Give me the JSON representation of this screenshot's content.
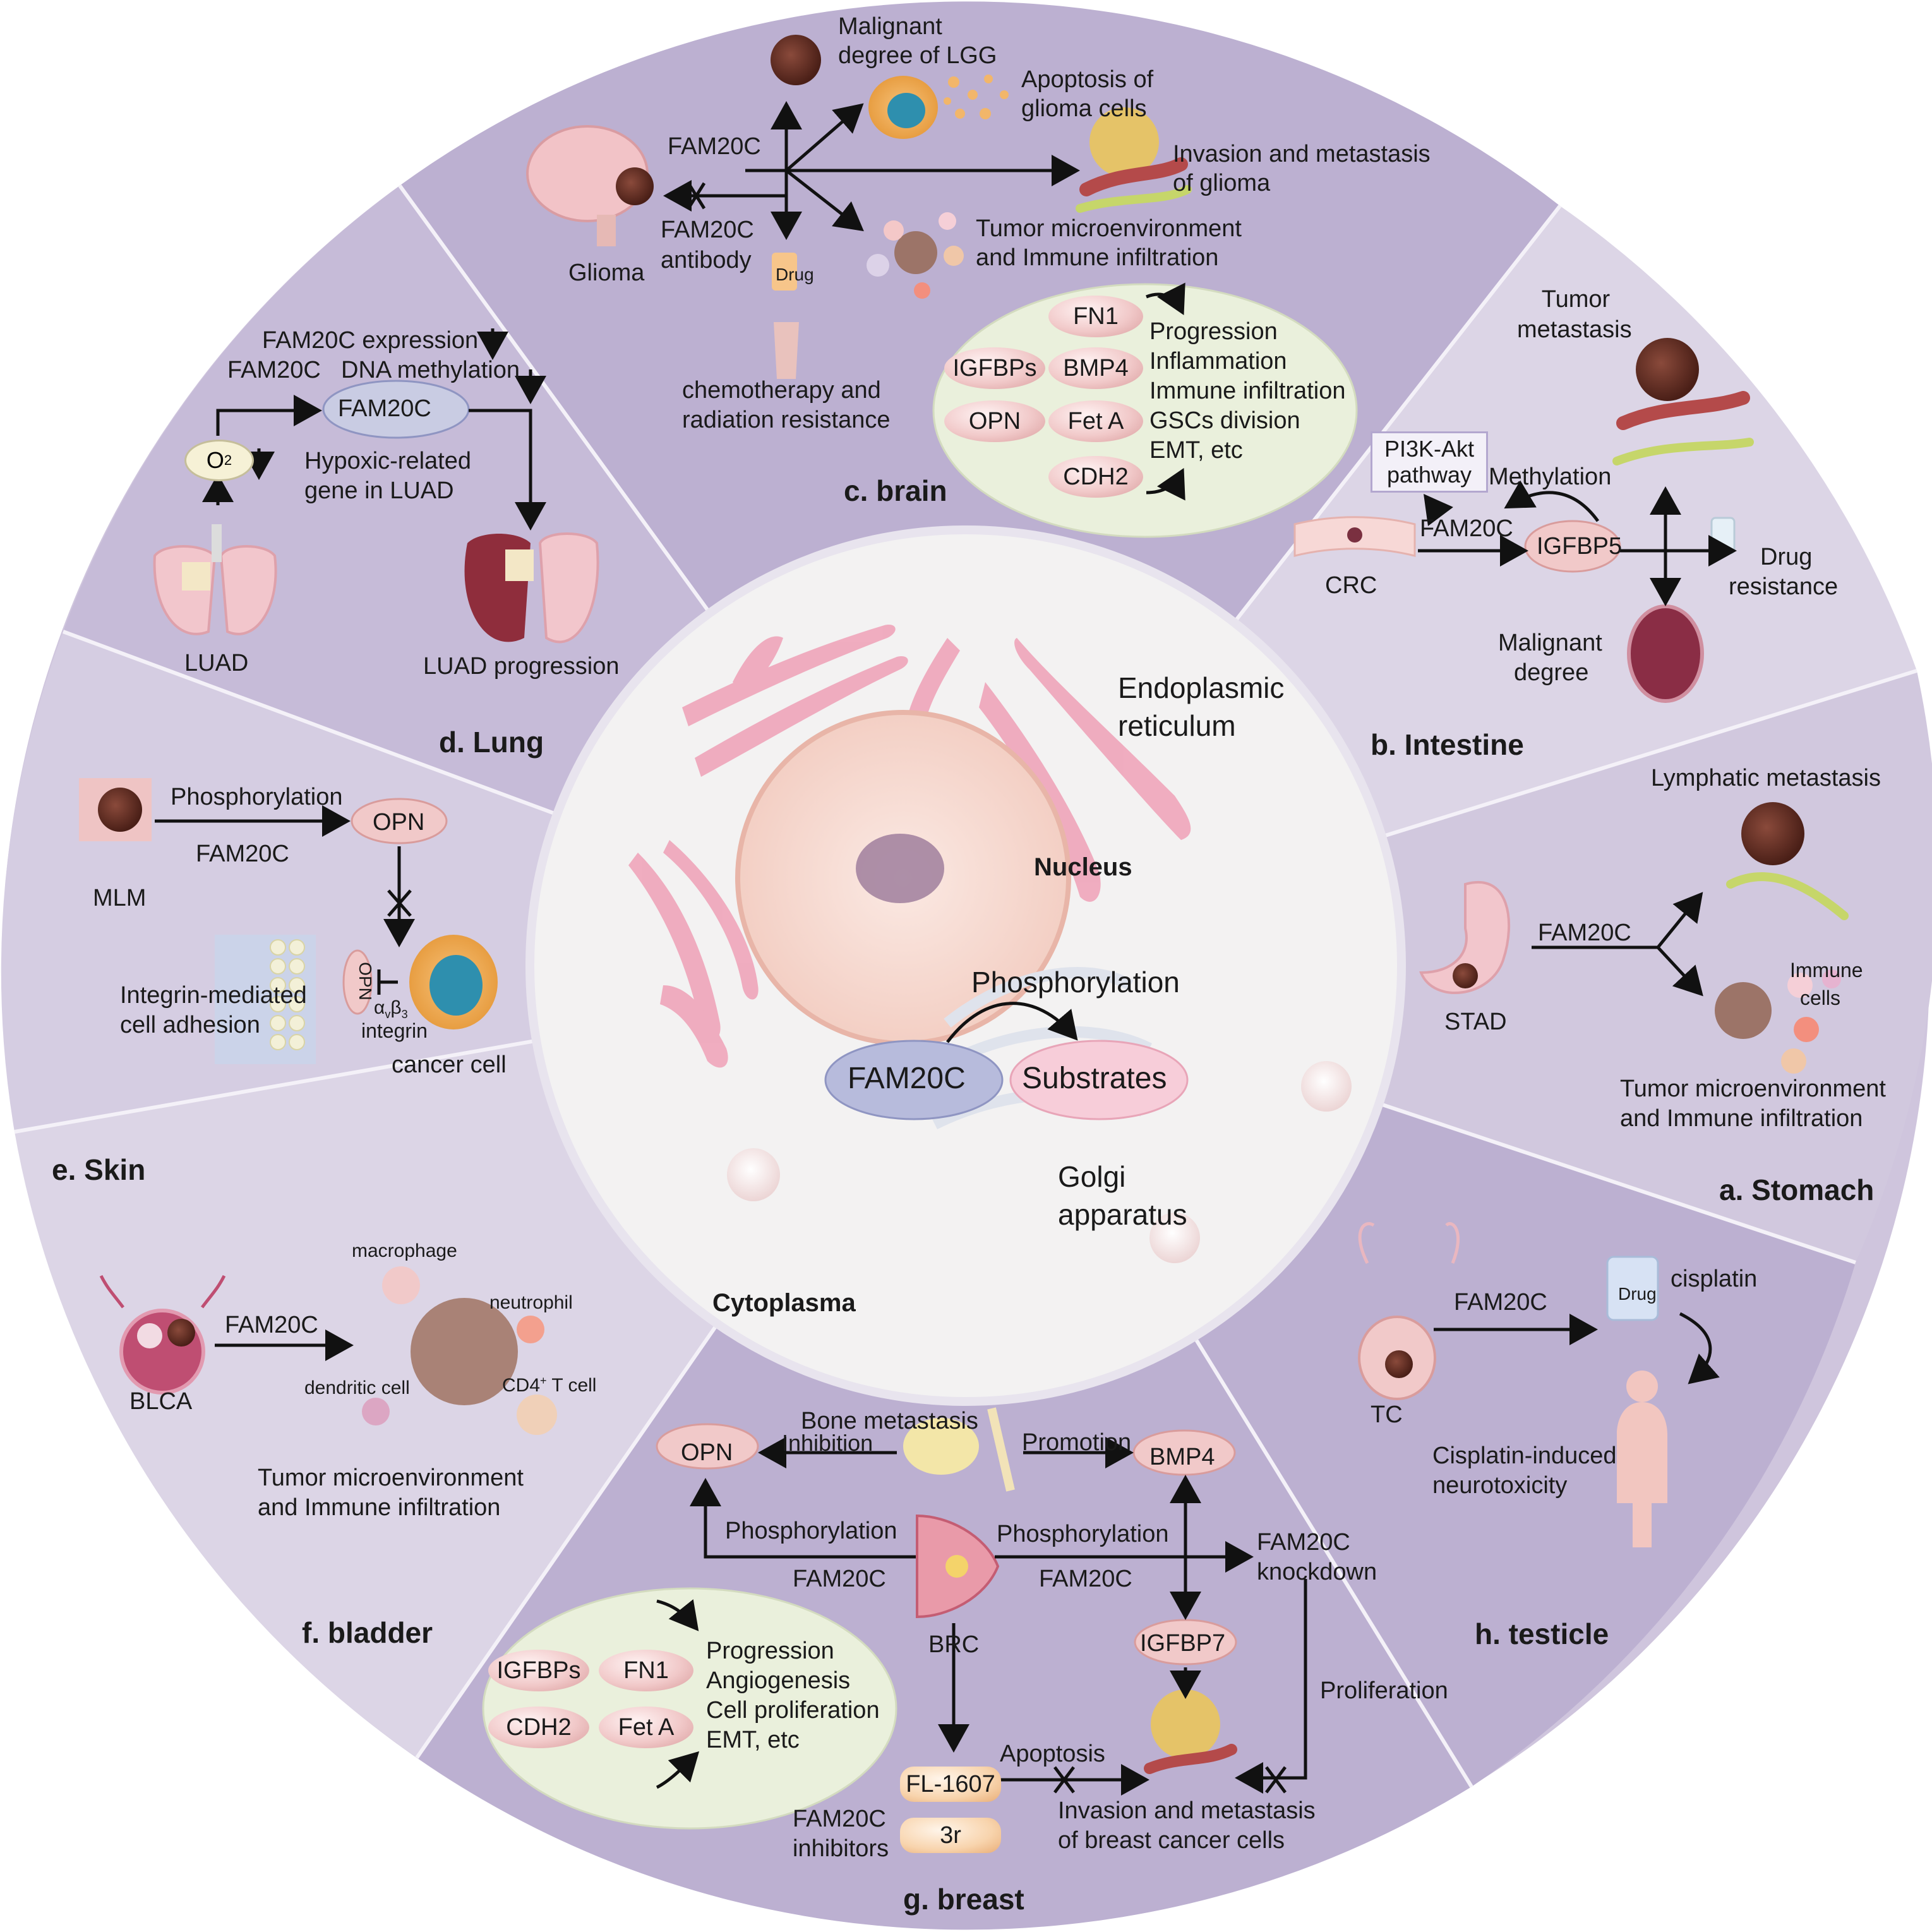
{
  "center": {
    "nucleus": "Nucleus",
    "er": "Endoplasmic reticulum",
    "er_line1": "Endoplasmic",
    "er_line2": "reticulum",
    "golgi_line1": "Golgi",
    "golgi_line2": "apparatus",
    "phosphorylation": "Phosphorylation",
    "fam20c": "FAM20C",
    "substrates": "Substrates",
    "cytoplasma": "Cytoplasma"
  },
  "brain": {
    "title": "c. brain",
    "malignant_line1": "Malignant",
    "malignant_line2": "degree of LGG",
    "apoptosis_line1": "Apoptosis of",
    "apoptosis_line2": "glioma cells",
    "fam20c": "FAM20C",
    "invasion_line1": "Invasion and metastasis",
    "invasion_line2": "of glioma",
    "antibody_line1": "FAM20C",
    "antibody_line2": "antibody",
    "glioma": "Glioma",
    "drug": "Drug",
    "tme_line1": "Tumor microenvironment",
    "tme_line2": "and Immune infiltration",
    "chemo_line1": "chemotherapy and",
    "chemo_line2": "radiation resistance",
    "substrates": [
      "FN1",
      "IGFBPs",
      "BMP4",
      "OPN",
      "Fet A",
      "CDH2"
    ],
    "effects": [
      "Progression",
      "Inflammation",
      "Immune infiltration",
      "GSCs division",
      "EMT, etc"
    ]
  },
  "lung": {
    "title": "d. Lung",
    "expression": "FAM20C expression",
    "methyl_a": "FAM20C",
    "methyl_b": "DNA methylation",
    "fam20c": "FAM20C",
    "o2": "O",
    "o2_sub": "2",
    "hypoxic_line1": "Hypoxic-related",
    "hypoxic_line2": "gene in LUAD",
    "luad": "LUAD",
    "progression": "LUAD progression"
  },
  "intestine": {
    "title": "b. Intestine",
    "metastasis_line1": "Tumor",
    "metastasis_line2": "metastasis",
    "pi3k_line1": "PI3K-Akt",
    "pi3k_line2": "pathway",
    "methylation": "Methylation",
    "fam20c": "FAM20C",
    "igfbp5": "IGFBP5",
    "crc": "CRC",
    "drug_line1": "Drug",
    "drug_line2": "resistance",
    "malignant_line1": "Malignant",
    "malignant_line2": "degree"
  },
  "skin": {
    "title": "e. Skin",
    "phosphorylation": "Phosphorylation",
    "opn": "OPN",
    "fam20c": "FAM20C",
    "mlm": "MLM",
    "opn_small": "OPN",
    "integrin_alpha": "α",
    "integrin_v": "v",
    "integrin_beta": "β",
    "integrin_3": "3",
    "integrin": "integrin",
    "adhesion_line1": "Integrin-mediated",
    "adhesion_line2": "cell adhesion",
    "cancer_cell": "cancer cell"
  },
  "stomach": {
    "title": "a. Stomach",
    "lymphatic": "Lymphatic metastasis",
    "fam20c": "FAM20C",
    "stad": "STAD",
    "immune_line1": "Immune",
    "immune_line2": "cells",
    "tme_line1": "Tumor microenvironment",
    "tme_line2": "and Immune infiltration"
  },
  "bladder": {
    "title": "f. bladder",
    "macrophage": "macrophage",
    "neutrophil": "neutrophil",
    "fam20c": "FAM20C",
    "dendritic": "dendritic  cell",
    "cd4": "CD4",
    "cd4_sup": "+",
    "tcell": " T cell",
    "blca": "BLCA",
    "tme_line1": "Tumor microenvironment",
    "tme_line2": "and Immune infiltration"
  },
  "testicle": {
    "title": "h. testicle",
    "fam20c": "FAM20C",
    "drug": "Drug",
    "cisplatin": "cisplatin",
    "tc": "TC",
    "neuro_line1": "Cisplatin-induced",
    "neuro_line2": "neurotoxicity"
  },
  "breast": {
    "title": "g. breast",
    "bone_metastasis": "Bone metastasis",
    "inhibition": "Inhibition",
    "promotion": "Promotion",
    "opn": "OPN",
    "bmp4": "BMP4",
    "phos_left": "Phosphorylation",
    "phos_right": "Phosphorylation",
    "fam20c_left": "FAM20C",
    "fam20c_right": "FAM20C",
    "knockdown_line1": "FAM20C",
    "knockdown_line2": "knockdown",
    "brc": "BRC",
    "igfbp7": "IGFBP7",
    "proliferation": "Proliferation",
    "apoptosis": "Apoptosis",
    "fl1607": "FL-1607",
    "r3": "3r",
    "inhibitors_line1": "FAM20C",
    "inhibitors_line2": "inhibitors",
    "invasion_line1": "Invasion and metastasis",
    "invasion_line2": "of breast cancer cells",
    "substrates": [
      "IGFBPs",
      "FN1",
      "CDH2",
      "Fet A"
    ],
    "effects": [
      "Progression",
      "Angiogenesis",
      "Cell proliferation",
      "EMT, etc"
    ]
  },
  "colors": {
    "sector_dark": "#bcb0d1",
    "sector_light": "#dcd5e6",
    "center_fill": "#f3f3f3",
    "green_ellipse": "#eaf0dc",
    "arrow": "#111111"
  }
}
